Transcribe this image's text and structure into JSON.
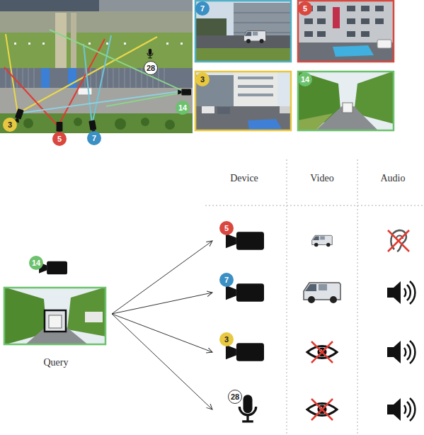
{
  "diagram": {
    "nodes": [
      {
        "text": [
          "14",
          "Query"
        ]
      },
      {
        "text": [
          "5"
        ]
      },
      {
        "text": [
          "7"
        ]
      },
      {
        "text": [
          "3"
        ]
      },
      {
        "text": [
          "28"
        ]
      }
    ],
    "edges": [
      {
        "from": 0,
        "to": 1,
        "arrow": "to"
      },
      {
        "from": 0,
        "to": 2,
        "arrow": "to"
      },
      {
        "from": 0,
        "to": 3,
        "arrow": "to"
      },
      {
        "from": 0,
        "to": 4,
        "arrow": "to"
      }
    ],
    "labels": [
      "3",
      "5",
      "7",
      "28",
      "14",
      "7",
      "5",
      "3",
      "14",
      "Device",
      "Video",
      "Audio"
    ]
  }
}
